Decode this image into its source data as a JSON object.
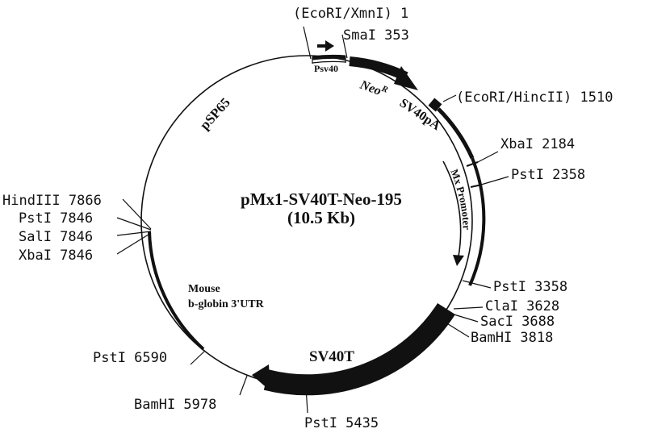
{
  "plasmid": {
    "name": "pMx1-SV40T-Neo-195",
    "size": "(10.5 Kb)"
  },
  "sites": {
    "ecori_xmni": "(EcoRI/XmnI) 1",
    "smai": "SmaI 353",
    "ecori_hincii": "(EcoRI/HincII) 1510",
    "xbai_2184": "XbaI 2184",
    "psti_2358": "PstI 2358",
    "psti_3358": "PstI 3358",
    "clai_3628": "ClaI 3628",
    "saci_3688": "SacI 3688",
    "bamhi_3818": "BamHI 3818",
    "psti_5435": "PstI 5435",
    "bamhi_5978": "BamHI 5978",
    "psti_6590": "PstI 6590",
    "hindiii_7866": "HindIII 7866",
    "psti_7846": "PstI 7846",
    "sali_7846": "SalI 7846",
    "xbai_7846": "XbaI 7846"
  },
  "features": {
    "psv40": "Psv40",
    "neo_main": "Neo",
    "neo_sup": "R",
    "sv40pa": "SV40pA",
    "mx_promoter": "Mx Promoter",
    "sv40t": "SV40T",
    "mouse_line1": "Mouse",
    "mouse_line2": "b-globin 3'UTR",
    "psp65": "pSP65"
  },
  "colors": {
    "ink": "#111111",
    "background": "#ffffff"
  }
}
